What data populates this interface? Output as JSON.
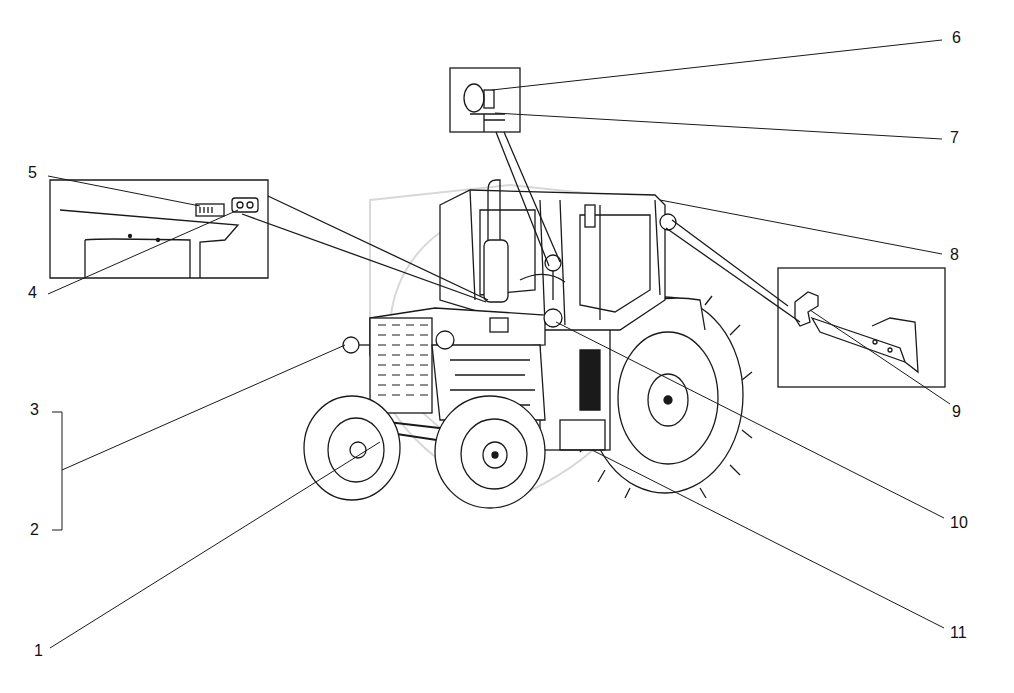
{
  "diagram": {
    "labels": [
      "6",
      "7",
      "8",
      "5",
      "4",
      "9",
      "3",
      "2",
      "10",
      "1",
      "11"
    ]
  }
}
